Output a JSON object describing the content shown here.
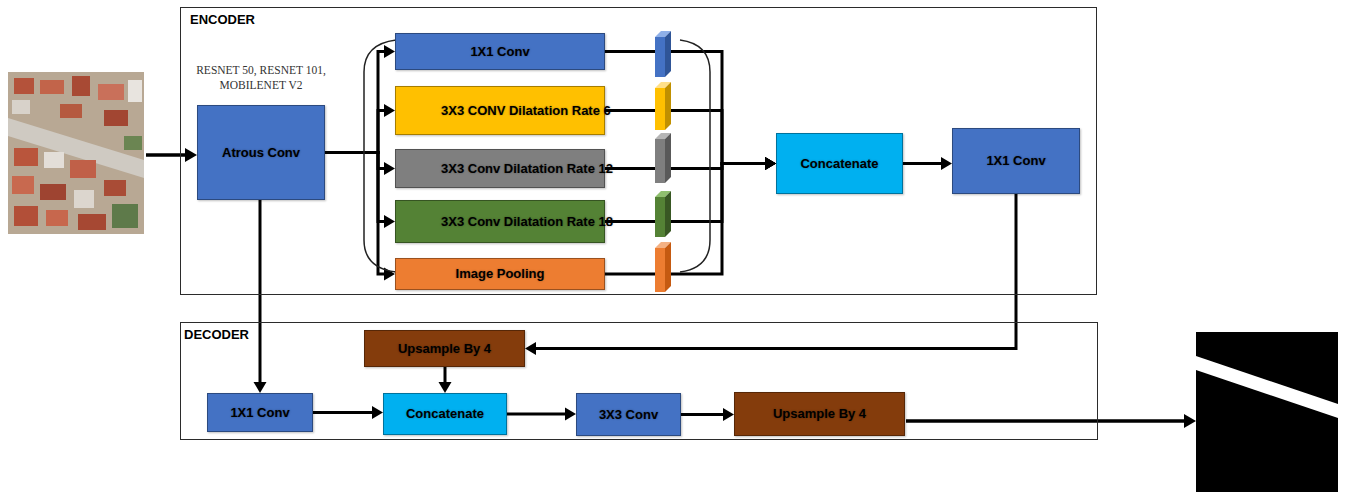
{
  "diagram": {
    "nodes": [
      {
        "text": [
          "ENCODER"
        ]
      },
      {
        "text": [
          "RESNET 50, RESNET 101, MOBILENET V2",
          "Atrous Conv"
        ],
        "in": 0
      },
      {
        "text": [
          "1X1 Conv"
        ],
        "in": 0
      },
      {
        "text": [
          "3X3 CONV Dilatation Rate 6"
        ],
        "in": 0
      },
      {
        "text": [
          "3X3 Conv Dilatation Rate 12"
        ],
        "in": 0
      },
      {
        "text": [
          "3X3 Conv Dilatation Rate 18"
        ],
        "in": 0
      },
      {
        "text": [
          "Image Pooling"
        ],
        "in": 0
      },
      {
        "text": [
          "Concatenate"
        ],
        "in": 0
      },
      {
        "text": [
          "1X1 Conv"
        ],
        "in": 0
      },
      {
        "text": [
          "DECODER"
        ]
      },
      {
        "text": [
          "Upsample By 4"
        ],
        "in": 9
      },
      {
        "text": [
          "1X1 Conv"
        ],
        "in": 9
      },
      {
        "text": [
          "Concatenate"
        ],
        "in": 9
      },
      {
        "text": [
          "3X3 Conv"
        ],
        "in": 9
      },
      {
        "text": [
          "Upsample By 4"
        ],
        "in": 9
      }
    ],
    "edges": [
      {
        "from": 1,
        "to": 2,
        "arrow": "to"
      },
      {
        "from": 1,
        "to": 3,
        "arrow": "to"
      },
      {
        "from": 1,
        "to": 4,
        "arrow": "to"
      },
      {
        "from": 1,
        "to": 5,
        "arrow": "to"
      },
      {
        "from": 1,
        "to": 6,
        "arrow": "to"
      },
      {
        "from": 2,
        "to": 7,
        "arrow": "to"
      },
      {
        "from": 3,
        "to": 7,
        "arrow": "to"
      },
      {
        "from": 4,
        "to": 7,
        "arrow": "to"
      },
      {
        "from": 5,
        "to": 7,
        "arrow": "to"
      },
      {
        "from": 6,
        "to": 7,
        "arrow": "to"
      },
      {
        "from": 7,
        "to": 8,
        "arrow": "to"
      },
      {
        "from": 8,
        "to": 10,
        "arrow": "to"
      },
      {
        "from": 1,
        "to": 11,
        "arrow": "to"
      },
      {
        "from": 10,
        "to": 12,
        "arrow": "to"
      },
      {
        "from": 11,
        "to": 12,
        "arrow": "to"
      },
      {
        "from": 12,
        "to": 13,
        "arrow": "to"
      },
      {
        "from": 13,
        "to": 14,
        "arrow": "to"
      }
    ]
  }
}
